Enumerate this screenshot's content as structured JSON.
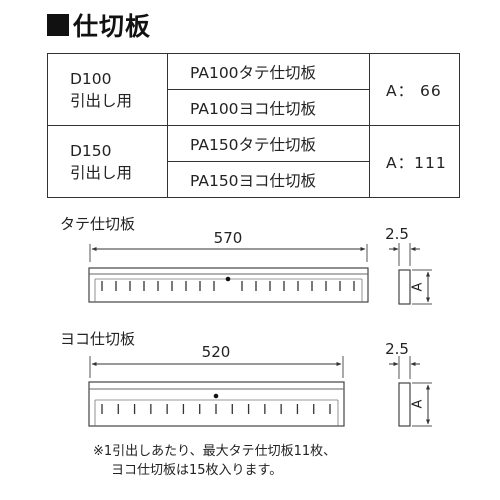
{
  "heading": {
    "title": "仕切板"
  },
  "table": {
    "rows": [
      {
        "use_line1": "D100",
        "use_line2": "引出し用",
        "part_a": "PA100タテ仕切板",
        "part_b": "PA100ヨコ仕切板",
        "dim": "A： 66"
      },
      {
        "use_line1": "D150",
        "use_line2": "引出し用",
        "part_a": "PA150タテ仕切板",
        "part_b": "PA150ヨコ仕切板",
        "dim": "A：111"
      }
    ]
  },
  "figures": {
    "tate": {
      "label": "タテ仕切板",
      "length": "570",
      "thickness": "2.5",
      "height_label": "A"
    },
    "yoko": {
      "label": "ヨコ仕切板",
      "length": "520",
      "thickness": "2.5",
      "height_label": "A"
    }
  },
  "note": {
    "line1": "※1引出しあたり、最大タテ仕切板11枚、",
    "line2": "ヨコ仕切板は15枚入ります。"
  }
}
